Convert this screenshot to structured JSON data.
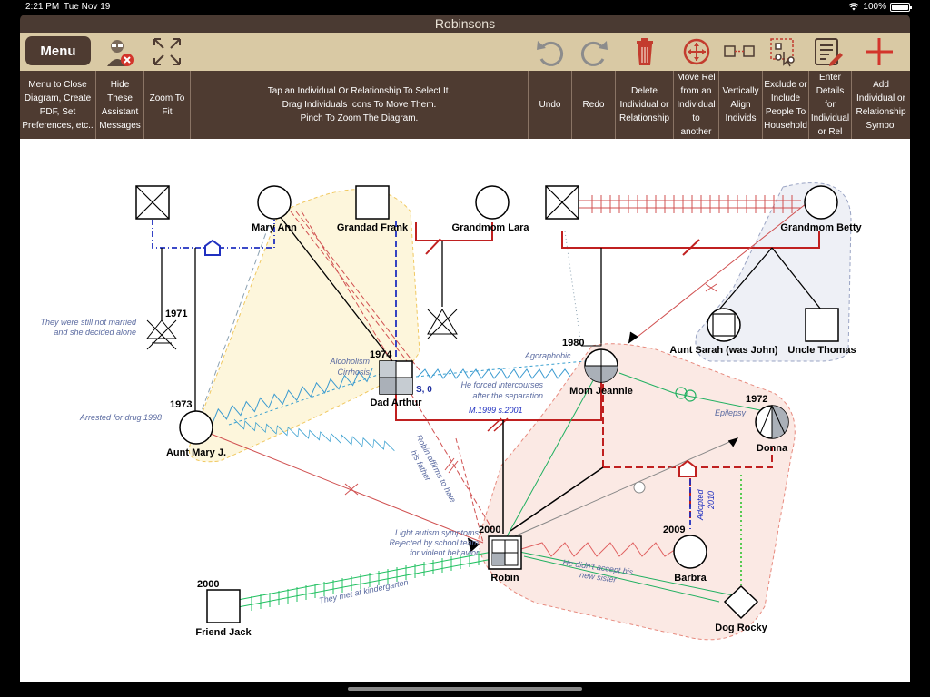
{
  "status": {
    "time": "2:21 PM",
    "date": "Tue Nov 19",
    "battery": "100%"
  },
  "window": {
    "title": "Robinsons"
  },
  "toolbar": {
    "menu_label": "Menu"
  },
  "help": {
    "menu": "Menu to Close Diagram, Create PDF, Set Preferences, etc..",
    "hide": "Hide These Assistant Messages",
    "zoom": "Zoom To Fit",
    "instructions": "Tap an Individual Or Relationship To Select It.\nDrag Individuals Icons To Move Them.\nPinch To Zoom The Diagram.",
    "undo": "Undo",
    "redo": "Redo",
    "delete": "Delete Individual or Relationship",
    "move": "Move Rel from an Individual to another",
    "align": "Vertically Align Individs",
    "exclude": "Exclude or Include People To Household",
    "details": "Enter Details for Individual or Rel",
    "add": "Add Individual or Relationship Symbol"
  },
  "people": {
    "mary_ann": "Mary Ann",
    "grandad_frank": "Grandad Frank",
    "grandmom_lara": "Grandmom Lara",
    "grandmom_betty": "Grandmom Betty",
    "aunt_sarah": "Aunt Sarah (was John)",
    "uncle_thomas": "Uncle Thomas",
    "dad_arthur": "Dad Arthur",
    "mom_jeannie": "Mom Jeannie",
    "aunt_mary": "Aunt Mary J.",
    "donna": "Donna",
    "robin": "Robin",
    "barbra": "Barbra",
    "friend_jack": "Friend Jack",
    "dog_rocky": "Dog Rocky"
  },
  "years": {
    "y1971": "1971",
    "y1974": "1974",
    "y1973": "1973",
    "y1980": "1980",
    "y1972": "1972",
    "y2000_robin": "2000",
    "y2009": "2009",
    "y2000_jack": "2000"
  },
  "notes": {
    "not_married_1": "They were still not married",
    "not_married_2": "and she decided alone",
    "alcoholism_1": "Alcoholism",
    "alcoholism_2": "Cirrhosis",
    "agoraphobic": "Agoraphobic",
    "forced_1": "He forced intercourses",
    "forced_2": "after the separation",
    "marriage": "M.1999 s.2001",
    "drug": "Arrested for drug 1998",
    "epilepsy": "Epilepsy",
    "s0": "S, 0",
    "hate_1": "Robin affirms to hate",
    "hate_2": "his father",
    "autism_1": "Light autism symptoms",
    "autism_2": "Rejected by school team",
    "autism_3": "for violent behavior",
    "adopted_1": "Adopted",
    "adopted_2": "2010",
    "sister_1": "He didn't accept his",
    "sister_2": "new sister",
    "kindergarten": "They met at kindergarten"
  }
}
